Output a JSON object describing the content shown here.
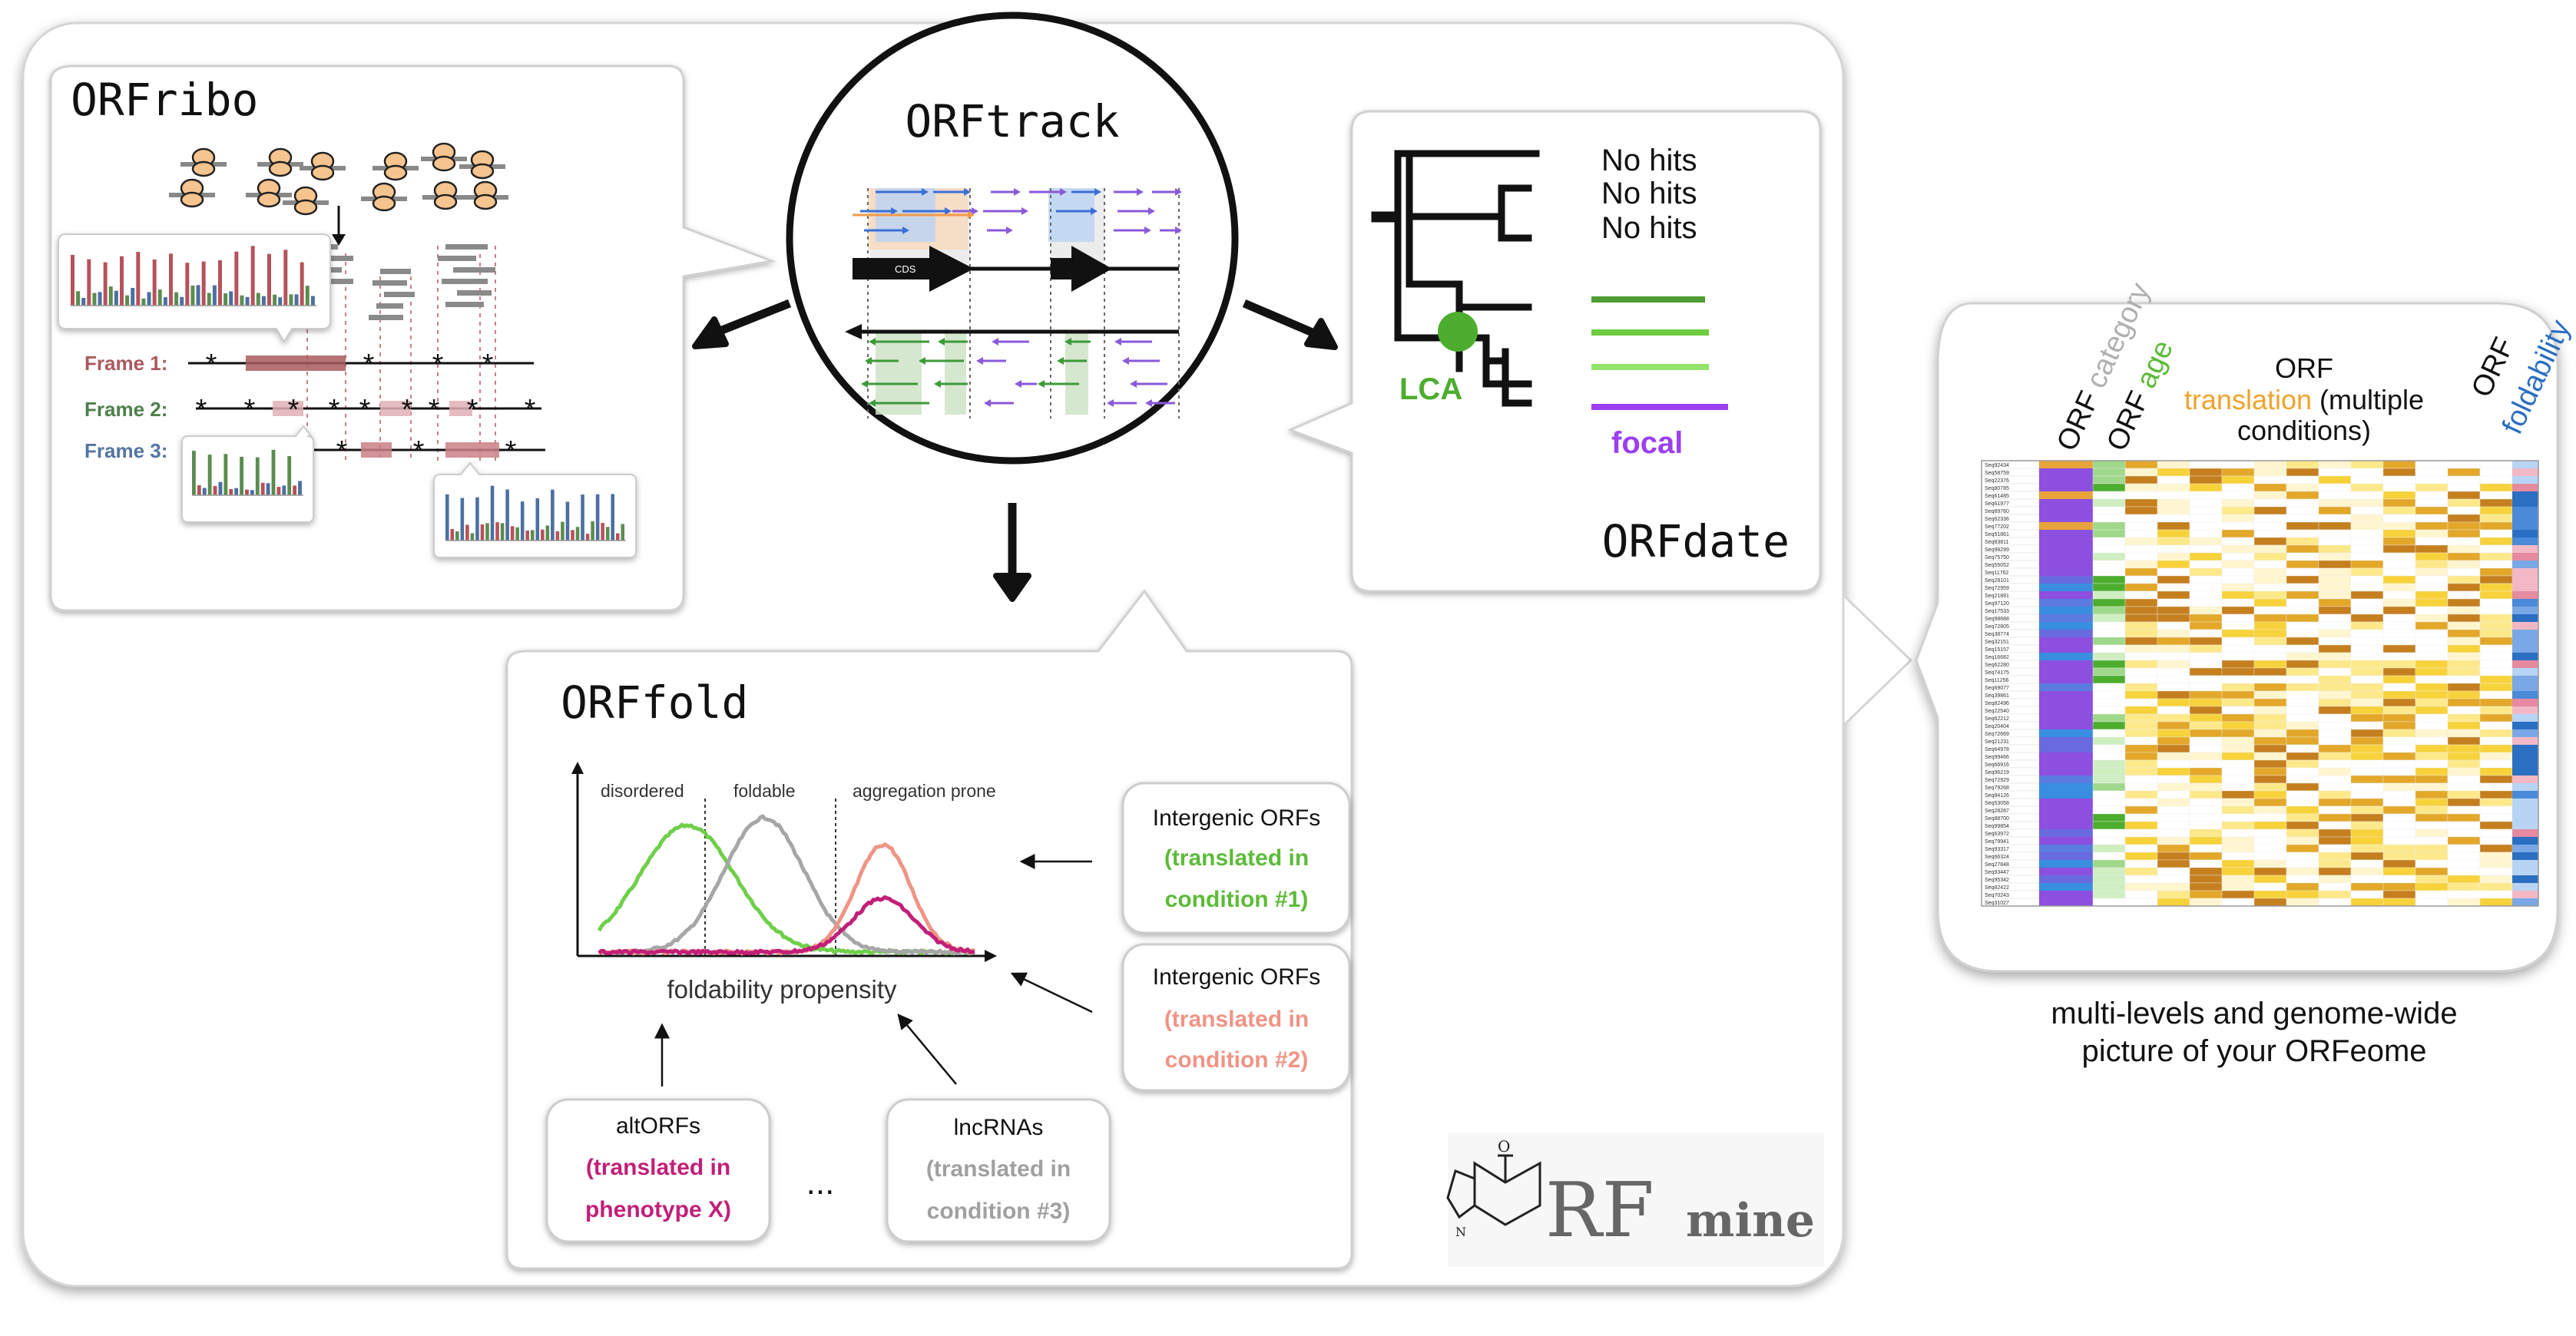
{
  "modules": {
    "ribo": {
      "title": "ORFribo",
      "frames": [
        "Frame 1:",
        "Frame 2:",
        "Frame 3:"
      ],
      "frame_colors": [
        "#a95a5f",
        "#4e7f4a",
        "#5475a0"
      ]
    },
    "track": {
      "title": "ORFtrack",
      "cds_label": "CDS"
    },
    "date": {
      "title": "ORFdate",
      "hits": [
        "No hits",
        "No hits",
        "No hits"
      ],
      "lca_label": "LCA",
      "focal_label": "focal"
    },
    "fold": {
      "title": "ORFfold",
      "regions": [
        "disordered",
        "foldable",
        "aggregation prone"
      ],
      "axis_label": "foldability propensity",
      "sources": [
        {
          "name": "Intergenic ORFs",
          "condition": "(translated in condition #1)",
          "line1": "(translated in",
          "line2": "condition #1)",
          "color": "#5dbb3a"
        },
        {
          "name": "Intergenic ORFs",
          "condition": "(translated in condition #2)",
          "line1": "(translated in",
          "line2": "condition #2)",
          "color": "#ef9486"
        },
        {
          "name": "altORFs",
          "condition": "(translated in phenotype X)",
          "line1": "(translated in",
          "line2": "phenotype X)",
          "color": "#c21f78"
        },
        {
          "name": "lncRNAs",
          "condition": "(translated in condition #3)",
          "line1": "(translated in",
          "line2": "condition #3)",
          "color": "#a0a0a0"
        }
      ],
      "ellipsis": "..."
    },
    "heatmap": {
      "col_category": {
        "prefix": "ORF",
        "word": "category"
      },
      "col_age": {
        "prefix": "ORF",
        "word": "age"
      },
      "col_translation": {
        "line1": "ORF",
        "word": "translation",
        "rest": "(multiple",
        "line3": "conditions)"
      },
      "col_foldability": {
        "prefix": "ORF",
        "word": "foldability"
      },
      "caption_line1": "multi-levels and genome-wide",
      "caption_line2": "picture of your ORFeome"
    },
    "logo": {
      "big": "RF",
      "small": "mine"
    }
  },
  "colors": {
    "category_gray": "#b0b0b0",
    "age_green": "#5dbb3a",
    "translation_orange": "#f0a22a",
    "foldability_blue": "#2b6fc2",
    "focal_purple": "#9b3ff0",
    "lca_green": "#4cad2e"
  }
}
